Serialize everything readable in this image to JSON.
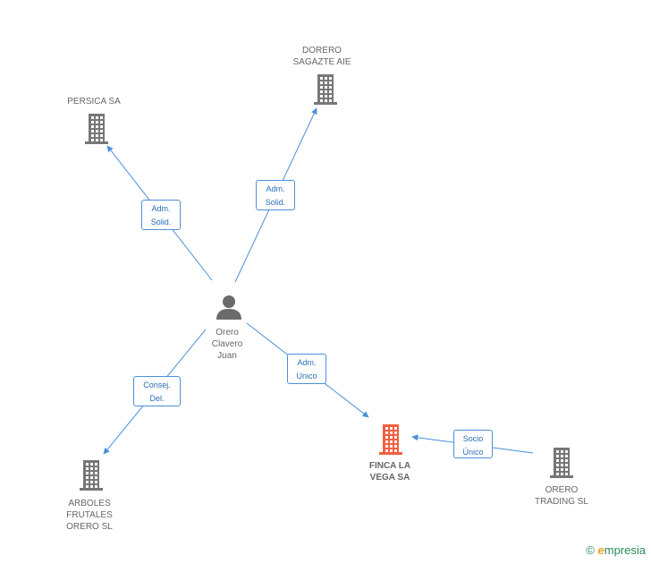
{
  "colors": {
    "edge": "#4a90d9",
    "node": "#777777",
    "focus_node": "#f06040",
    "person": "#6b6b6b"
  },
  "nodes": {
    "persica": {
      "label": [
        "PERSICA SA"
      ],
      "icon": "building-icon"
    },
    "dorero": {
      "label": [
        "DORERO",
        "SAGAZTE AIE"
      ],
      "icon": "building-icon"
    },
    "orero_person": {
      "label": [
        "Orero",
        "Clavero",
        "Juan"
      ],
      "icon": "person-icon"
    },
    "finca": {
      "label": [
        "FINCA LA",
        "VEGA SA"
      ],
      "icon": "building-icon"
    },
    "arboles": {
      "label": [
        "ARBOLES",
        "FRUTALES",
        "ORERO  SL"
      ],
      "icon": "building-icon"
    },
    "orero_trading": {
      "label": [
        "ORERO",
        "TRADING  SL"
      ],
      "icon": "building-icon"
    }
  },
  "edges": [
    {
      "from": "orero_person",
      "to": "persica",
      "label": [
        "Adm.",
        "Solid."
      ]
    },
    {
      "from": "orero_person",
      "to": "dorero",
      "label": [
        "Adm.",
        "Solid."
      ]
    },
    {
      "from": "orero_person",
      "to": "finca",
      "label": [
        "Adm.",
        "Unico"
      ]
    },
    {
      "from": "orero_person",
      "to": "arboles",
      "label": [
        "Consej.",
        "Del."
      ]
    },
    {
      "from": "orero_trading",
      "to": "finca",
      "label": [
        "Socio",
        "Único"
      ]
    }
  ],
  "brand": {
    "copyright": "©",
    "e": "e",
    "name": "mpresia"
  }
}
